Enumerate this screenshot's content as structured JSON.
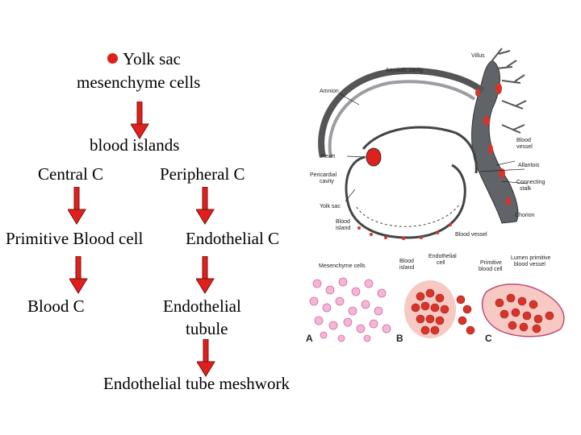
{
  "flow": {
    "yolk_sac_line1": "Yolk sac",
    "yolk_sac_line2": "mesenchyme cells",
    "blood_islands": "blood islands",
    "central": "Central C",
    "peripheral": "Peripheral C",
    "primitive_blood_cell": "Primitive Blood cell",
    "endothelial_c": "Endothelial C",
    "blood_c": "Blood C",
    "endothelial_tubule_line1": "Endothelial",
    "endothelial_tubule_line2": "tubule",
    "meshwork": "Endothelial tube meshwork"
  },
  "embryo_figure": {
    "villus": "Villus",
    "amniotic_cavity": "Amniotic cavity",
    "amnion": "Amnion",
    "heart": "Heart",
    "pericardial_cavity_1": "Pericardial",
    "pericardial_cavity_2": "cavity",
    "yolk_sac": "Yolk sac",
    "blood_island_1": "Blood",
    "blood_island_2": "island",
    "blood_vessel_bottom": "Blood vessel",
    "blood_vessel_1": "Blood",
    "blood_vessel_2": "vessel",
    "allantois": "Allantois",
    "connecting_stalk_1": "Connecting",
    "connecting_stalk_2": "stalk",
    "chorion": "Chorion"
  },
  "histology_figure": {
    "mesenchyme_cells": "Mesenchyme cells",
    "blood_island_1": "Blood",
    "blood_island_2": "island",
    "endothelial_cell_1": "Endothelial",
    "endothelial_cell_2": "cell",
    "primitive_blood_cell_1": "Primitive",
    "primitive_blood_cell_2": "blood cell",
    "lumen_vessel_1": "Lumen primitive",
    "lumen_vessel_2": "blood vessel",
    "panel_a": "A",
    "panel_b": "B",
    "panel_c": "C"
  },
  "colors": {
    "arrow": "#e0201c",
    "bullet": "#e0201c",
    "blood": "#d8342a",
    "mesenchyme": "#d46aa6"
  }
}
